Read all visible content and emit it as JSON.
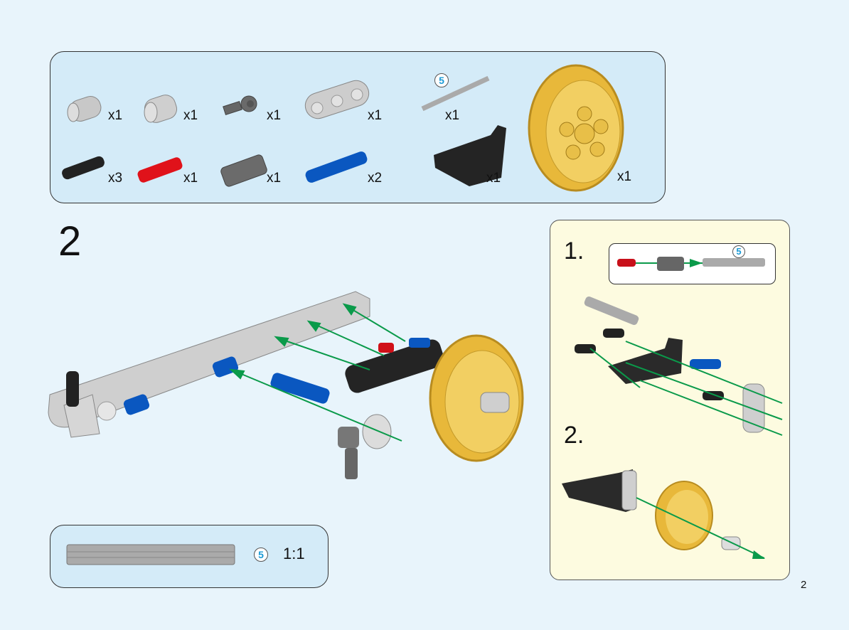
{
  "parts_list": [
    {
      "part": "light-gray-bush",
      "qty": "x1"
    },
    {
      "part": "light-gray-axle-connector",
      "qty": "x1"
    },
    {
      "part": "dark-gray-pin-connector",
      "qty": "x1"
    },
    {
      "part": "light-gray-beam-3",
      "qty": "x1"
    },
    {
      "part": "axle-5",
      "length": "5",
      "qty": "x1"
    },
    {
      "part": "black-pin",
      "qty": "x3"
    },
    {
      "part": "red-axle-pin",
      "qty": "x1"
    },
    {
      "part": "dark-gray-axle-connector",
      "qty": "x1"
    },
    {
      "part": "blue-axle-pin",
      "qty": "x2"
    },
    {
      "part": "black-l-beam",
      "qty": "x1"
    },
    {
      "part": "yellow-wheel",
      "qty": "x1"
    }
  ],
  "step_number": "2",
  "sub_steps": [
    {
      "label": "1.",
      "callout_axle_length": "5"
    },
    {
      "label": "2."
    }
  ],
  "ruler": {
    "length": "5",
    "scale": "1:1"
  },
  "page_number": "2",
  "colors": {
    "background": "#e8f4fb",
    "panel": "#d4ebf8",
    "substep_panel": "#fdfbe0",
    "arrow": "#0a9a4a",
    "length_badge": "#1a9ad6"
  }
}
